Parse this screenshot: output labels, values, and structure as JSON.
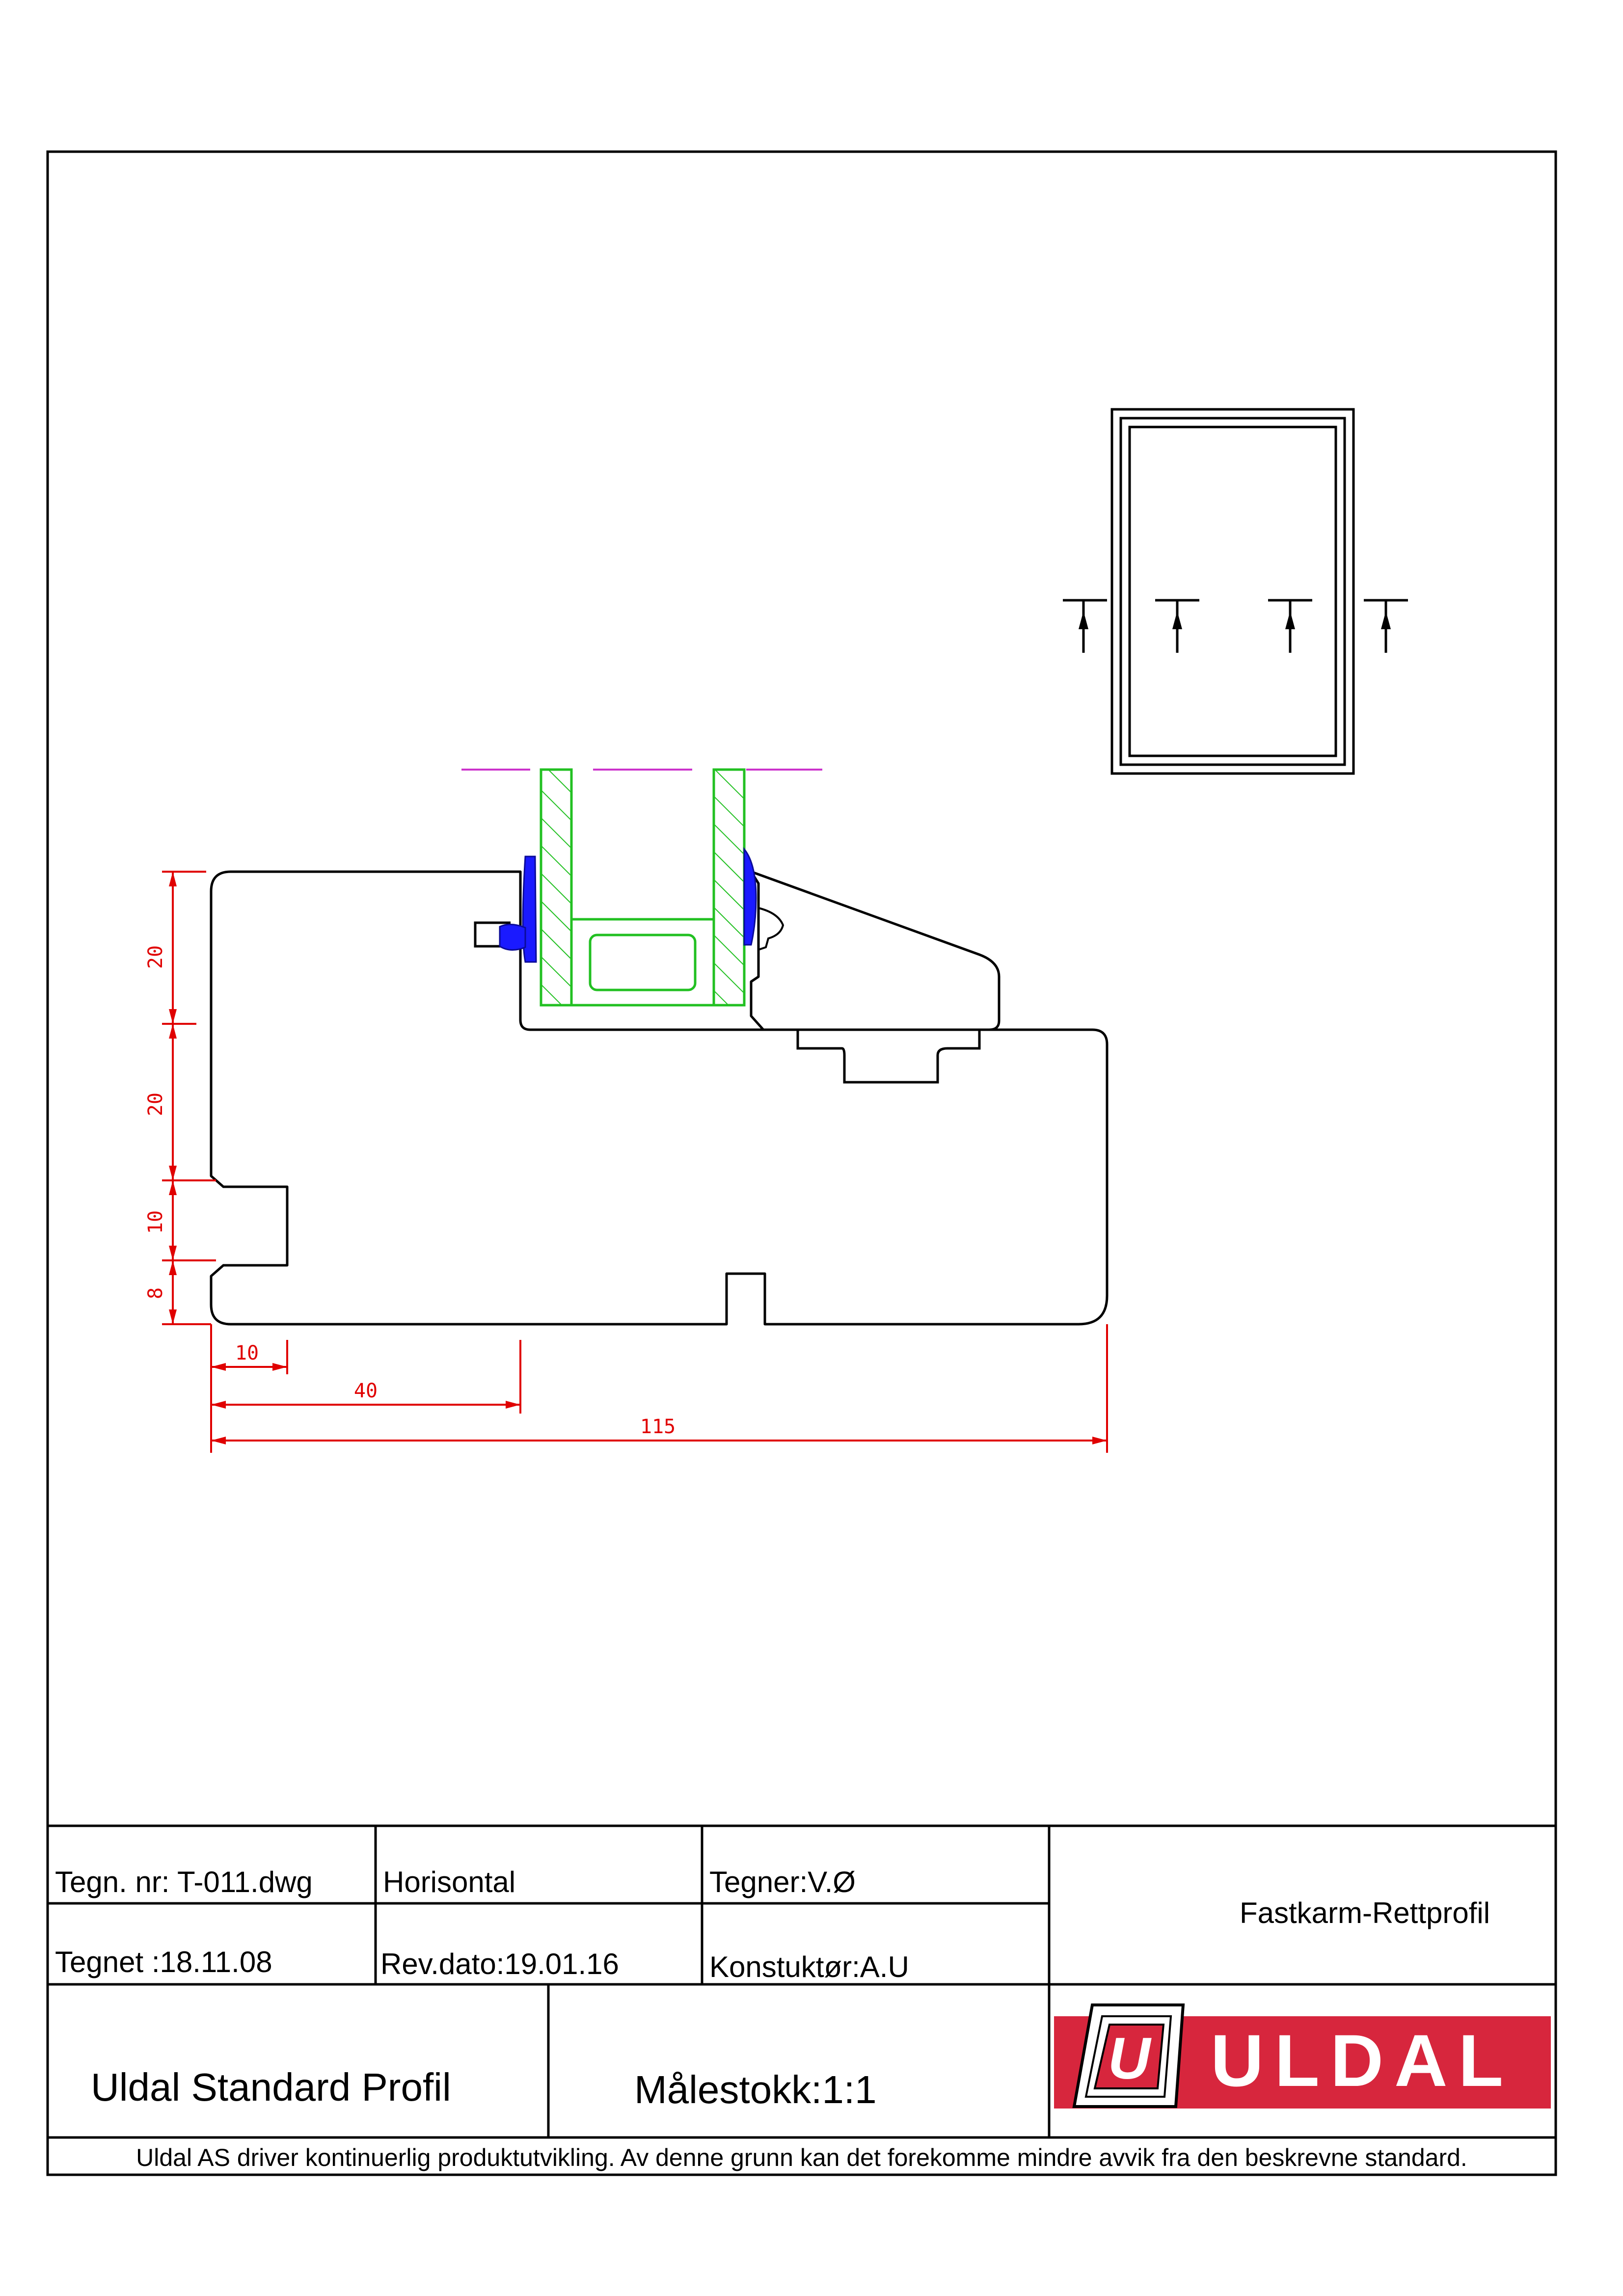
{
  "dimensions": {
    "vertical": [
      "20",
      "20",
      "10",
      "8"
    ],
    "horizontal": [
      "10",
      "40",
      "115"
    ]
  },
  "title_block": {
    "drawing_number": "Tegn. nr: T-011.dwg",
    "orientation": "Horisontal",
    "drawn_by": "Tegner:V.Ø",
    "drawn_date": "Tegnet :18.11.08",
    "revision_date": "Rev.dato:19.01.16",
    "designer": "Konstuktør:A.U",
    "profile_name": "Fastkarm-Rettprofil",
    "series": "Uldal Standard Profil",
    "scale": "Målestokk:1:1",
    "brand": "ULDAL",
    "logo_letter": "U",
    "disclaimer": "Uldal AS driver kontinuerlig produktutvikling. Av denne grunn kan det forekomme mindre avvik fra den beskrevne standard."
  },
  "colors": {
    "frame": "#000000",
    "dimension": "#e00000",
    "glass": "#22c022",
    "gasket": "#1a1aff",
    "glass_line": "#cc33cc",
    "brand_red": "#d7263d"
  }
}
